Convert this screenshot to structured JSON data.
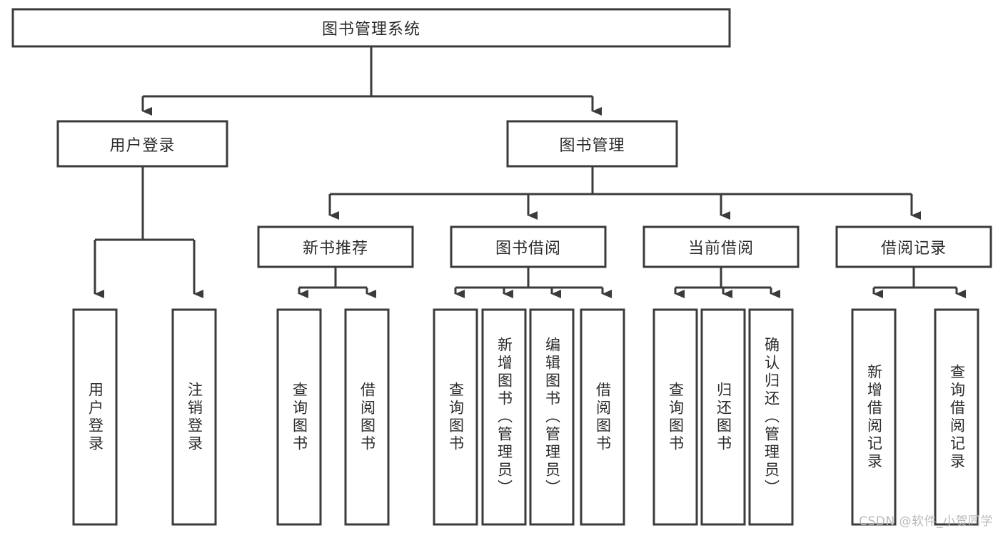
{
  "diagram": {
    "type": "tree",
    "title": "图书管理系统",
    "watermark": "CSDN @软件_小贺同学",
    "colors": {
      "stroke": "#3b3b3b",
      "fill": "#ffffff",
      "text": "#2b2b2b",
      "watermark": "#b9b9b9"
    },
    "levels": {
      "root": {
        "label": "图书管理系统"
      },
      "level2": [
        {
          "id": "user-login",
          "label": "用户登录"
        },
        {
          "id": "book-management",
          "label": "图书管理"
        }
      ],
      "level3": [
        {
          "id": "new-book-recommend",
          "label": "新书推荐",
          "parent": "book-management"
        },
        {
          "id": "book-borrow",
          "label": "图书借阅",
          "parent": "book-management"
        },
        {
          "id": "current-borrow",
          "label": "当前借阅",
          "parent": "book-management"
        },
        {
          "id": "borrow-record",
          "label": "借阅记录",
          "parent": "book-management"
        }
      ],
      "leaves": [
        {
          "id": "leaf-user-login",
          "label": "用户登录",
          "parent": "user-login"
        },
        {
          "id": "leaf-logout-login",
          "label": "注销登录",
          "parent": "user-login"
        },
        {
          "id": "leaf-query-book-1",
          "label": "查询图书",
          "parent": "new-book-recommend"
        },
        {
          "id": "leaf-borrow-book-1",
          "label": "借阅图书",
          "parent": "new-book-recommend"
        },
        {
          "id": "leaf-query-book-2",
          "label": "查询图书",
          "parent": "book-borrow"
        },
        {
          "id": "leaf-add-book",
          "label": "新增图书（管理员）",
          "parent": "book-borrow"
        },
        {
          "id": "leaf-edit-book",
          "label": "编辑图书（管理员）",
          "parent": "book-borrow"
        },
        {
          "id": "leaf-borrow-book-2",
          "label": "借阅图书",
          "parent": "book-borrow"
        },
        {
          "id": "leaf-query-book-3",
          "label": "查询图书",
          "parent": "current-borrow"
        },
        {
          "id": "leaf-return-book",
          "label": "归还图书",
          "parent": "current-borrow"
        },
        {
          "id": "leaf-confirm-return",
          "label": "确认归还（管理员）",
          "parent": "current-borrow"
        },
        {
          "id": "leaf-add-record",
          "label": "新增借阅记录",
          "parent": "borrow-record"
        },
        {
          "id": "leaf-query-record",
          "label": "查询借阅记录",
          "parent": "borrow-record"
        }
      ]
    }
  }
}
